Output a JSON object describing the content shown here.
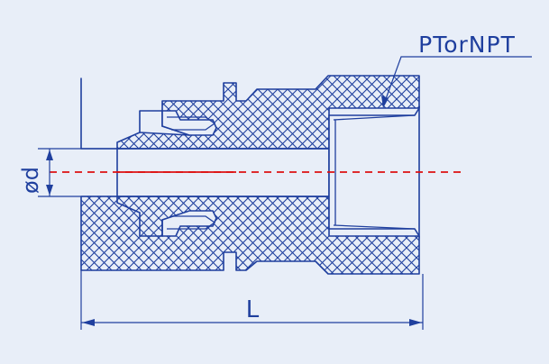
{
  "labels": {
    "thread_callout": "PTorNPT",
    "diameter": "ød",
    "length": "L"
  },
  "colors": {
    "background": "#e8eef8",
    "outline": "#1f3f9e",
    "hatch": "#1f3f9e",
    "centerline": "#dd1111",
    "bore_fill": "#e8eef8"
  }
}
